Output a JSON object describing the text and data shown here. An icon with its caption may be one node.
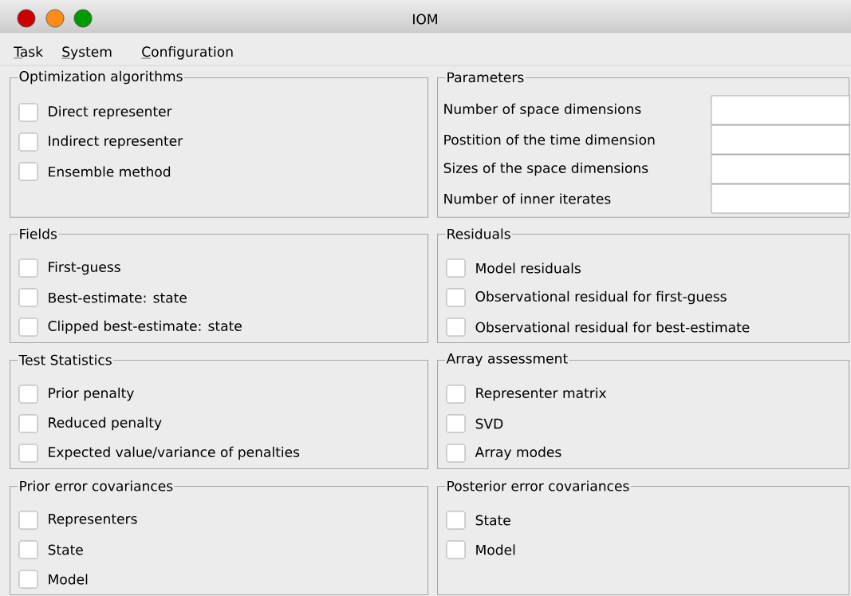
{
  "diagram": {
    "title": "IOM",
    "nodes": [
      {
        "text": [
          "Optimization algorithms",
          "Direct representer",
          "Indirect representer",
          "Ensemble method"
        ]
      },
      {
        "text": [
          "Parameters",
          "Number of space dimensions",
          "Postition of the time dimension",
          "Sizes of the space dimensions",
          "Number of inner iterates"
        ]
      },
      {
        "text": [
          "Fields",
          "First-guess",
          "Best-estimate: state",
          "Clipped best-estimate: state"
        ]
      },
      {
        "text": [
          "Residuals",
          "Model residuals",
          "Observational residual for first-guess",
          "Observational residual for best-estimate"
        ]
      },
      {
        "text": [
          "Test Statistics",
          "Prior penalty",
          "Reduced penalty",
          "Expected value/variance of penalties"
        ]
      },
      {
        "text": [
          "Array assessment",
          "Representer matrix",
          "SVD",
          "Array modes"
        ]
      },
      {
        "text": [
          "Prior error covariances",
          "Representers",
          "State",
          "Model"
        ]
      },
      {
        "text": [
          "Posterior error covariances",
          "State",
          "Model"
        ]
      }
    ],
    "labels": [
      "Task",
      "System",
      "Configuration"
    ]
  }
}
